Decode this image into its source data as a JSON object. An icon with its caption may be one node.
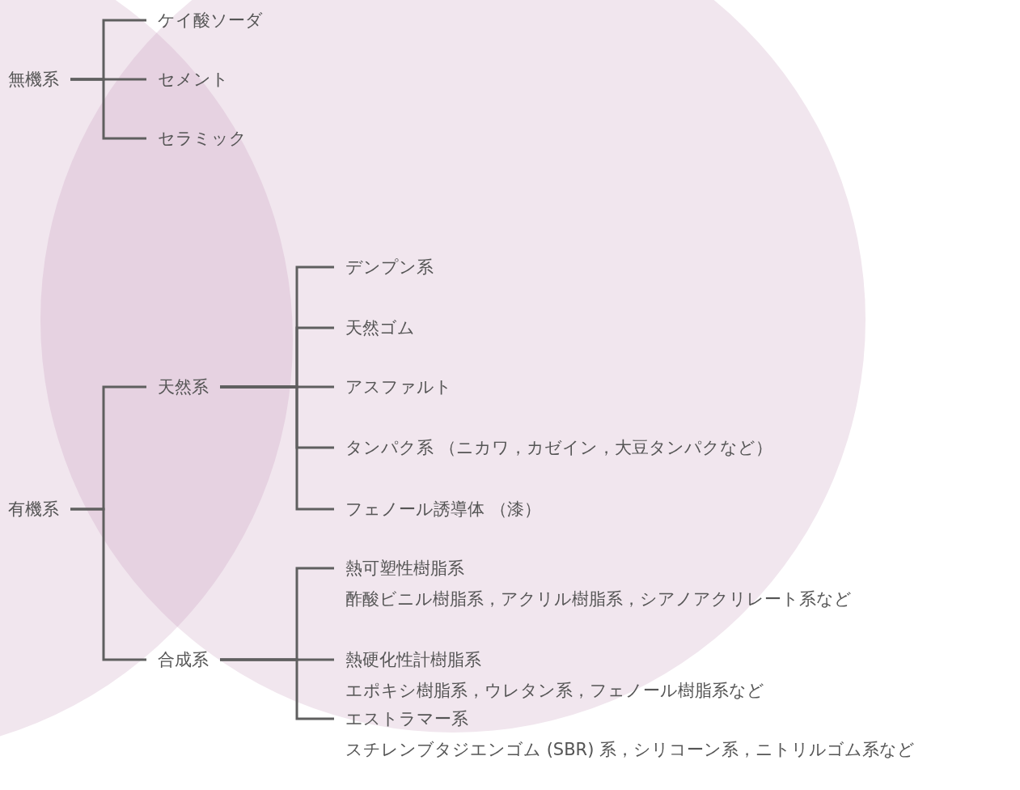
{
  "diagram": {
    "nodes": [
      {
        "text": [
          "無機系"
        ]
      },
      {
        "text": [
          "ケイ酸ソーダ"
        ]
      },
      {
        "text": [
          "セメント"
        ]
      },
      {
        "text": [
          "セラミック"
        ]
      },
      {
        "text": [
          "有機系"
        ]
      },
      {
        "text": [
          "天然系"
        ]
      },
      {
        "text": [
          "デンプン系"
        ]
      },
      {
        "text": [
          "天然ゴム"
        ]
      },
      {
        "text": [
          "アスファルト"
        ]
      },
      {
        "text": [
          "タンパク系 （ニカワ，カゼイン，大豆タンパクなど）"
        ]
      },
      {
        "text": [
          "フェノール誘導体 （漆）"
        ]
      },
      {
        "text": [
          "合成系"
        ]
      },
      {
        "text": [
          "熱可塑性樹脂系",
          "酢酸ビニル樹脂系，アクリル樹脂系，シアノアクリレート系など"
        ]
      },
      {
        "text": [
          "熱硬化性計樹脂系",
          "エポキシ樹脂系，ウレタン系，フェノール樹脂系など"
        ]
      },
      {
        "text": [
          "エストラマー系",
          "スチレンブタジエンゴム (SBR) 系，シリコーン系，ニトリルゴム系など"
        ]
      }
    ],
    "edges": [
      {
        "from": 0,
        "to": 1,
        "arrow": "none"
      },
      {
        "from": 0,
        "to": 2,
        "arrow": "none"
      },
      {
        "from": 0,
        "to": 3,
        "arrow": "none"
      },
      {
        "from": 4,
        "to": 5,
        "arrow": "none"
      },
      {
        "from": 4,
        "to": 11,
        "arrow": "none"
      },
      {
        "from": 5,
        "to": 6,
        "arrow": "none"
      },
      {
        "from": 5,
        "to": 7,
        "arrow": "none"
      },
      {
        "from": 5,
        "to": 8,
        "arrow": "none"
      },
      {
        "from": 5,
        "to": 9,
        "arrow": "none"
      },
      {
        "from": 5,
        "to": 10,
        "arrow": "none"
      },
      {
        "from": 11,
        "to": 12,
        "arrow": "none"
      },
      {
        "from": 11,
        "to": 13,
        "arrow": "none"
      },
      {
        "from": 11,
        "to": 14,
        "arrow": "none"
      }
    ]
  }
}
